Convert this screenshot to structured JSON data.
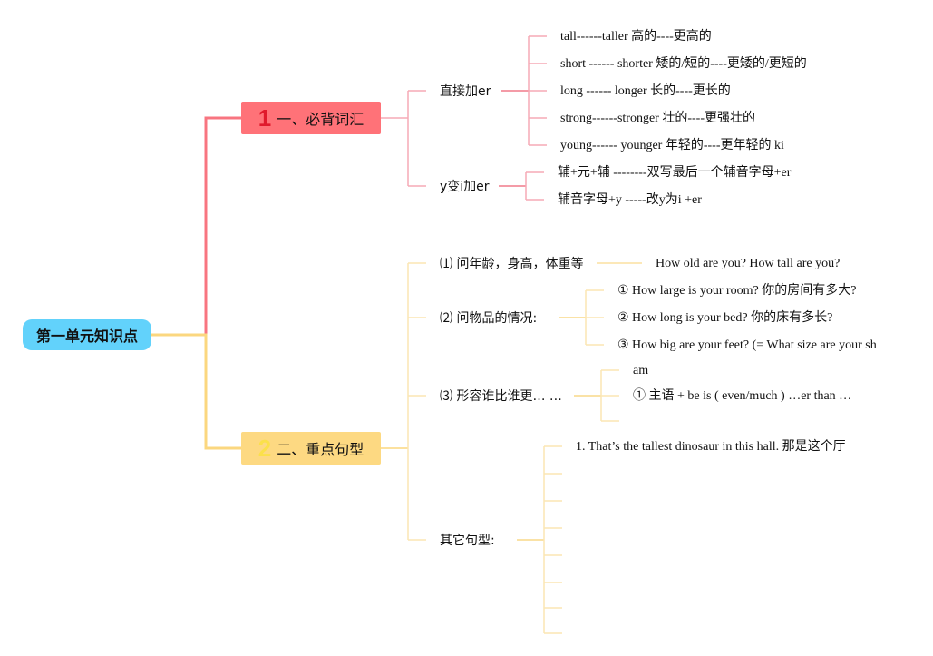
{
  "root": {
    "label": "第一单元知识点"
  },
  "colors": {
    "root": "#62d2fb",
    "branch1": "#ff7278",
    "branch2": "#fdd982"
  },
  "branches": [
    {
      "number": "1",
      "label": "一、必背词汇",
      "children": [
        {
          "label": "直接加er",
          "items": [
            "tall------taller 高的----更高的",
            "short ------ shorter 矮的/短的----更矮的/更短的",
            "long ------ longer 长的----更长的",
            "strong------stronger 壮的----更强壮的",
            "young------ younger 年轻的----更年轻的 ki"
          ]
        },
        {
          "label": "y变i加er",
          "items": [
            "辅+元+辅 --------双写最后一个辅音字母+er",
            "辅音字母+y -----改y为i +er"
          ]
        }
      ]
    },
    {
      "number": "2",
      "label": "二、重点句型",
      "children": [
        {
          "label": "⑴ 问年龄，身高，体重等",
          "items": [
            "How old are you? How tall are you?"
          ]
        },
        {
          "label": "⑵ 问物品的情况:",
          "items": [
            "① How large is your room? 你的房间有多大?",
            "② How long is your bed? 你的床有多长?",
            "③ How big are your feet? (= What size are your sh"
          ]
        },
        {
          "label": "⑶ 形容谁比谁更… …",
          "items": [
            "am",
            "① 主语 + be is ( even/much ) …er than …"
          ]
        },
        {
          "label": "其它句型:",
          "items": [
            "1. That’s the tallest dinosaur in this hall. 那是这个厅"
          ]
        }
      ]
    }
  ]
}
